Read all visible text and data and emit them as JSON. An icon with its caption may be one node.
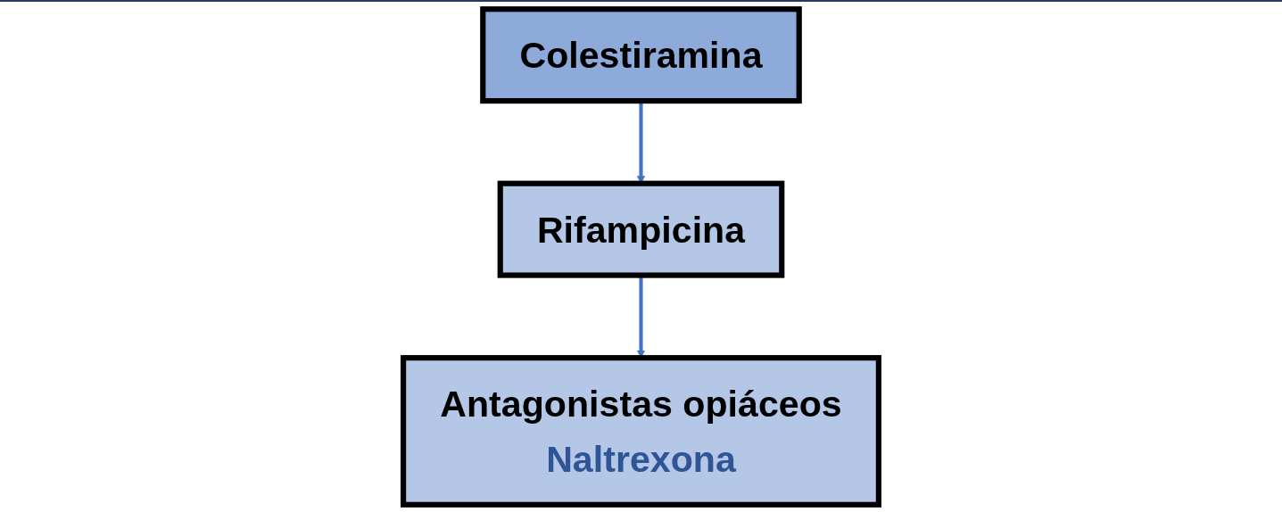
{
  "diagram": {
    "nodes": [
      {
        "text": [
          "Colestiramina"
        ]
      },
      {
        "text": [
          "Rifampicina"
        ]
      },
      {
        "text": [
          "Antagonistas opiáceos",
          "Naltrexona"
        ]
      }
    ],
    "edges": [
      {
        "from": 0,
        "to": 1,
        "arrow": "to"
      },
      {
        "from": 1,
        "to": 2,
        "arrow": "to"
      }
    ]
  }
}
